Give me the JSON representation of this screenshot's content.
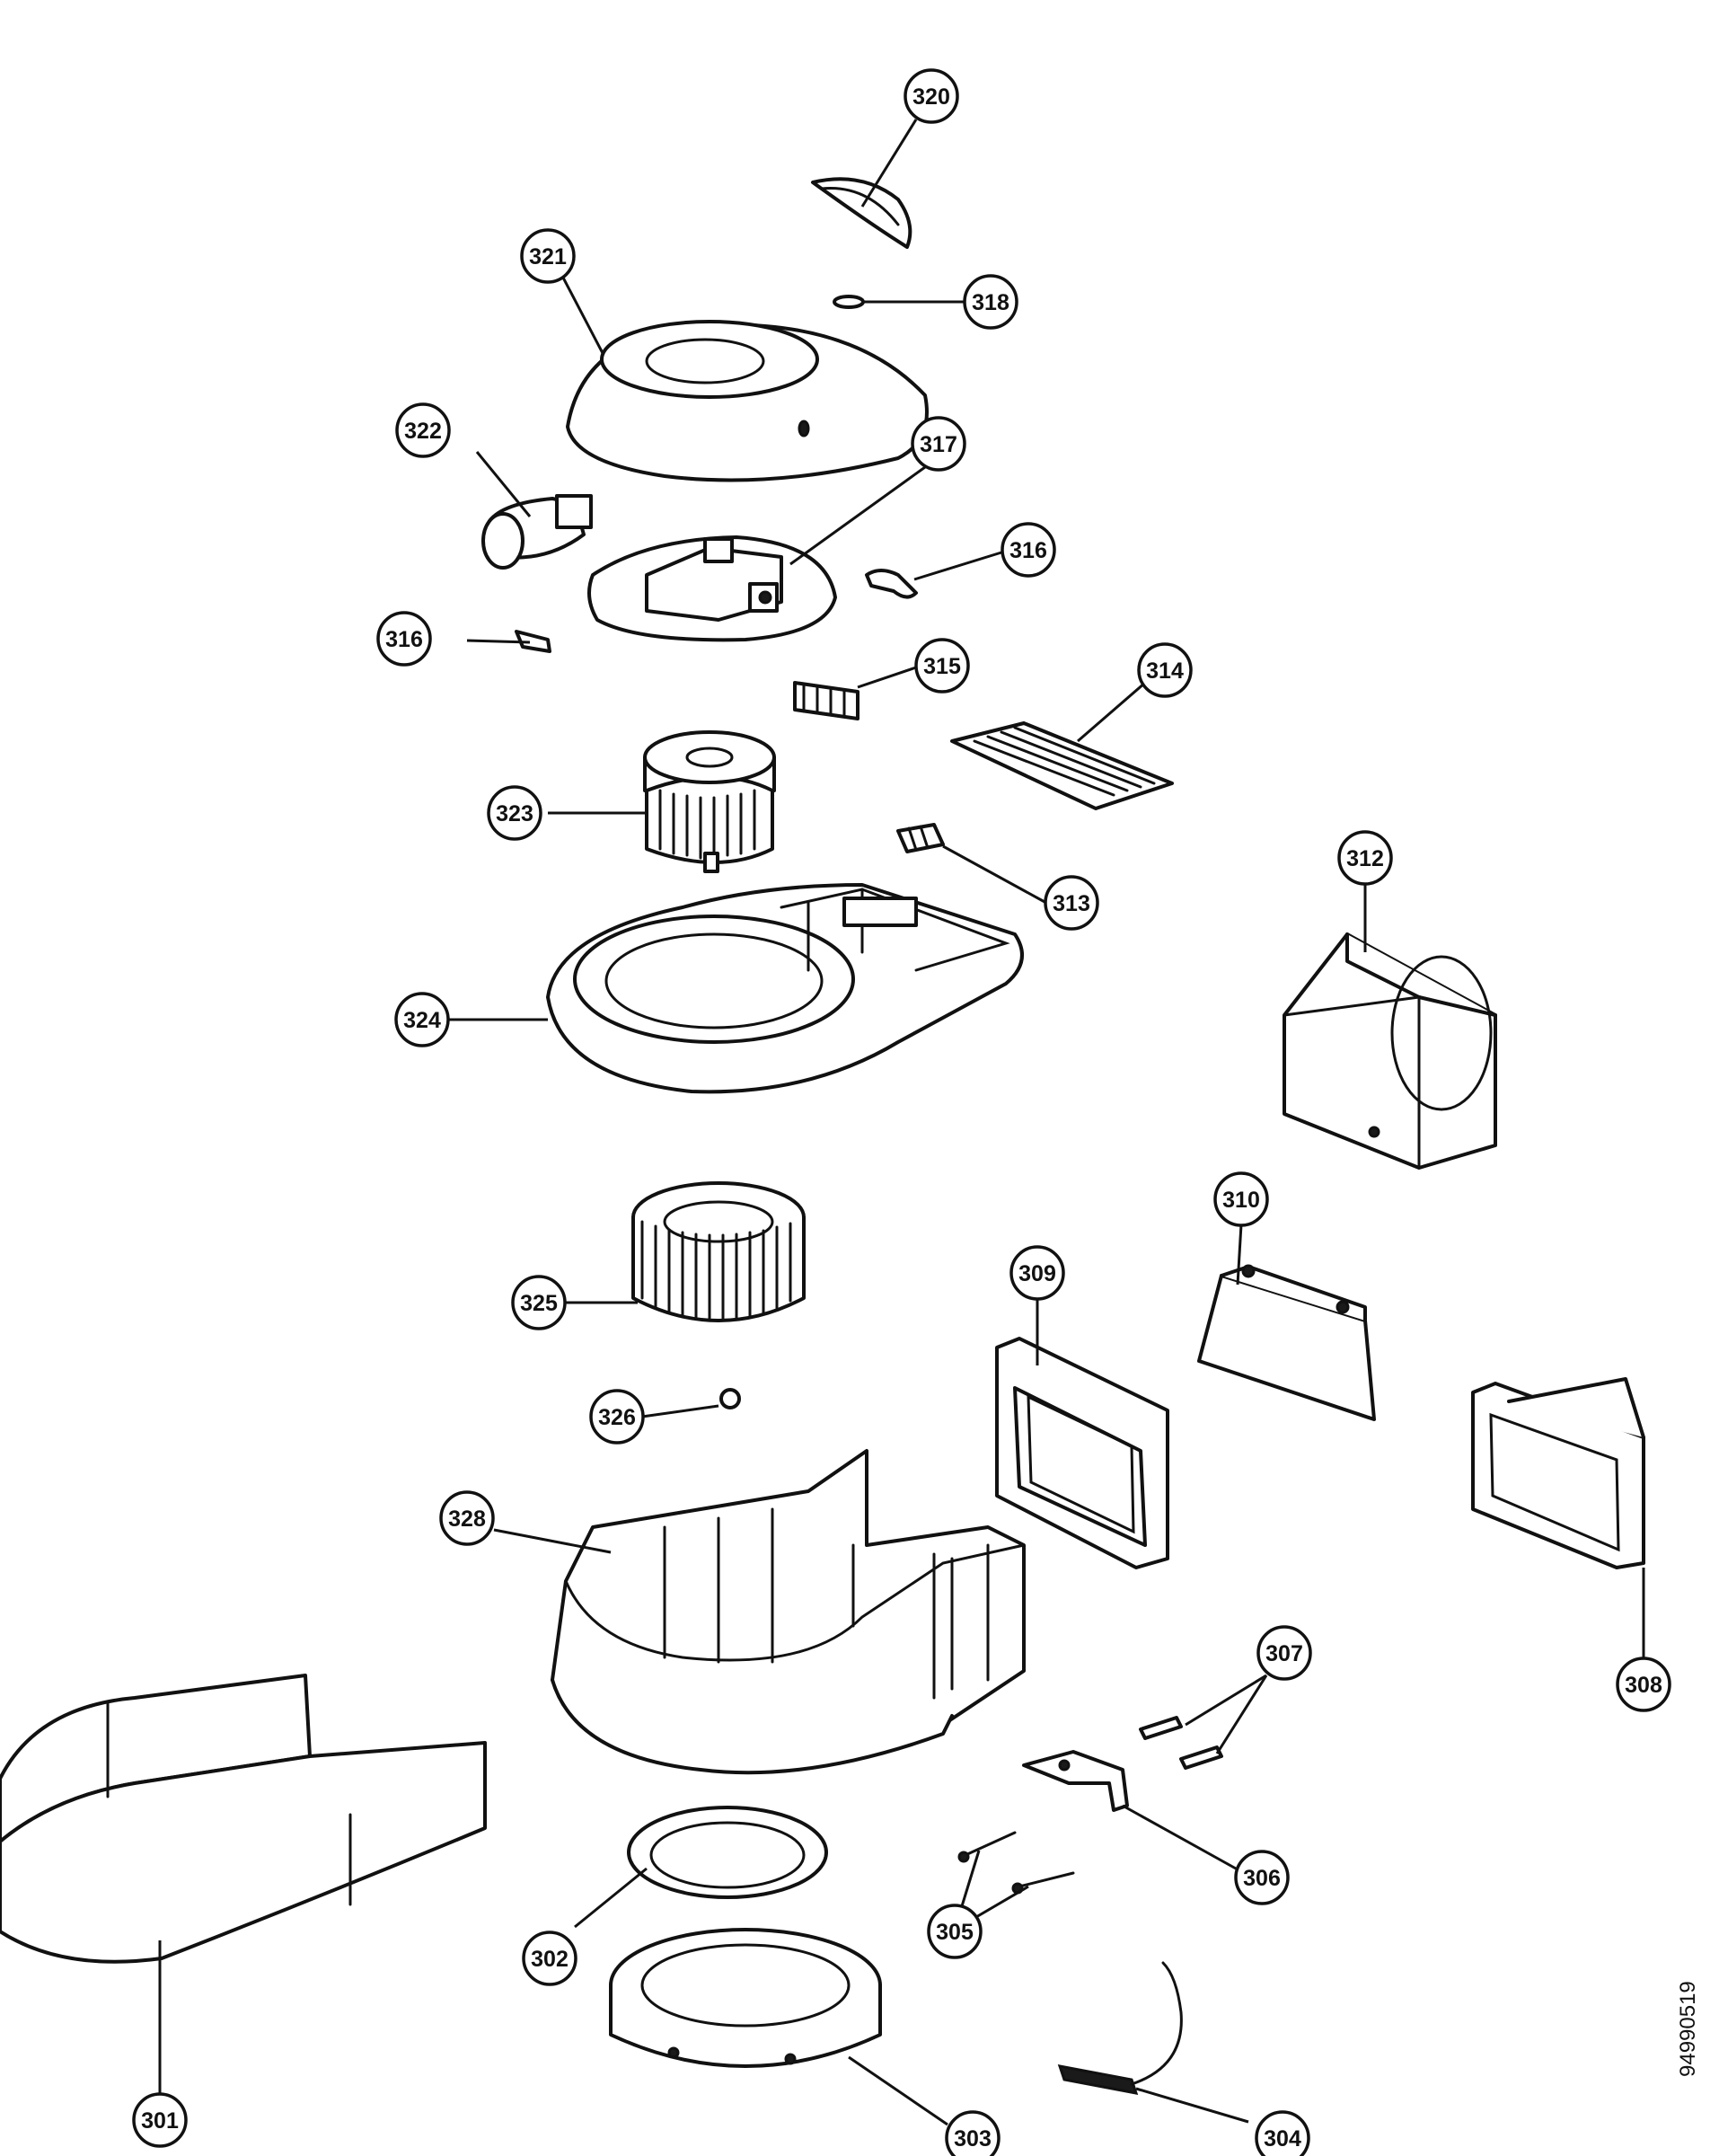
{
  "diagram": {
    "reference_code": "94990519",
    "callouts": [
      {
        "id": "320",
        "label": "320"
      },
      {
        "id": "321",
        "label": "321"
      },
      {
        "id": "318",
        "label": "318"
      },
      {
        "id": "322",
        "label": "322"
      },
      {
        "id": "317",
        "label": "317"
      },
      {
        "id": "316a",
        "label": "316"
      },
      {
        "id": "316b",
        "label": "316"
      },
      {
        "id": "315",
        "label": "315"
      },
      {
        "id": "314",
        "label": "314"
      },
      {
        "id": "323",
        "label": "323"
      },
      {
        "id": "313",
        "label": "313"
      },
      {
        "id": "312",
        "label": "312"
      },
      {
        "id": "324",
        "label": "324"
      },
      {
        "id": "310",
        "label": "310"
      },
      {
        "id": "309",
        "label": "309"
      },
      {
        "id": "325",
        "label": "325"
      },
      {
        "id": "326",
        "label": "326"
      },
      {
        "id": "328",
        "label": "328"
      },
      {
        "id": "308",
        "label": "308"
      },
      {
        "id": "307",
        "label": "307"
      },
      {
        "id": "306",
        "label": "306"
      },
      {
        "id": "305",
        "label": "305"
      },
      {
        "id": "302",
        "label": "302"
      },
      {
        "id": "301",
        "label": "301"
      },
      {
        "id": "303",
        "label": "303"
      },
      {
        "id": "304",
        "label": "304"
      }
    ]
  }
}
